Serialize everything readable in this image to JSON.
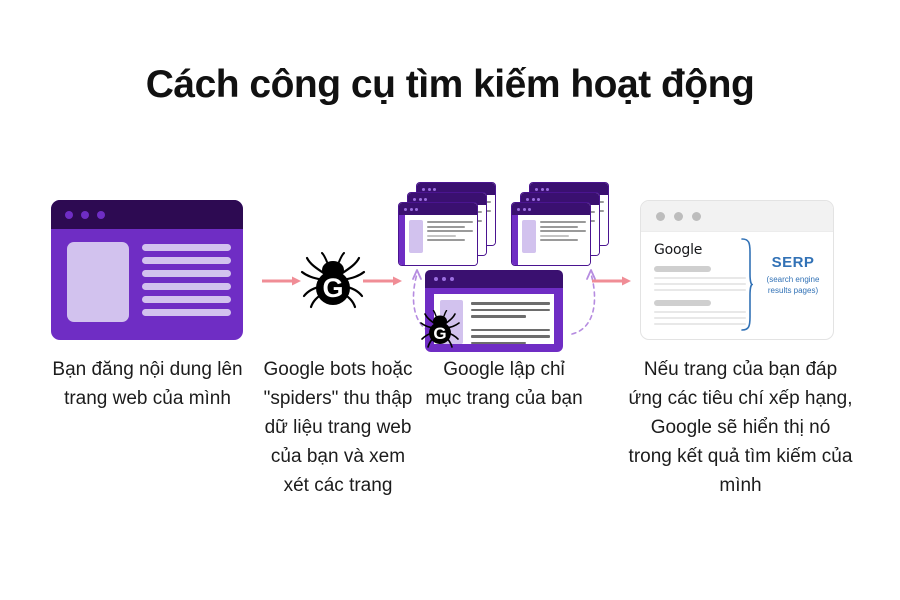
{
  "page": {
    "title": "Cách công cụ tìm kiếm hoạt động",
    "background": "#ffffff"
  },
  "colors": {
    "purple_dark": "#2d0a52",
    "purple_mid": "#6f2dc4",
    "purple_light": "#d2c2ee",
    "arrow_pink": "#f08d96",
    "dashed_purple": "#b68ce0",
    "serp_blue": "#3272b6",
    "grey_line": "#cfcfcf",
    "text": "#1c1c1c"
  },
  "steps": [
    {
      "id": "step-1",
      "icon": "browser-window-purple",
      "caption": "Bạn đăng nội dung lên trang web của mình",
      "window": {
        "dots": 3,
        "thumbnail": "image-placeholder",
        "text_lines": 6
      }
    },
    {
      "id": "step-2",
      "icon": "google-spider-bot",
      "caption": "Google bots hoặc \"spiders\" thu thập dữ liệu trang web của bạn và xem xét các trang",
      "spider": {
        "letter": "G",
        "legs": 8,
        "color": "#000000"
      }
    },
    {
      "id": "step-3",
      "icon": "indexed-pages-stacks",
      "caption": "Google lập chỉ mục trang của bạn",
      "stacks": [
        {
          "id": "stack-left",
          "windows": 3
        },
        {
          "id": "stack-right",
          "windows": 3
        }
      ],
      "center_window": {
        "dots": 3,
        "thumbnail": "image-placeholder",
        "text_lines": 6
      },
      "crawler": {
        "letter": "G"
      },
      "dashed_arrows": 2
    },
    {
      "id": "step-4",
      "icon": "serp-results-card",
      "caption": "Nếu trang của bạn đáp ứng các tiêu chí xếp hạng, Google sẽ hiển thị nó trong kết quả tìm kiếm của mình",
      "serp": {
        "logo_text": "Google",
        "acronym": "SERP",
        "expansion_line_1": "(search engine",
        "expansion_line_2": "results pages)",
        "results": 2,
        "dots": 3
      }
    }
  ],
  "connectors": [
    {
      "id": "arrow-1",
      "type": "straight",
      "from": "step-1",
      "to": "step-2"
    },
    {
      "id": "arrow-2",
      "type": "straight",
      "from": "step-2",
      "to": "step-3"
    },
    {
      "id": "arrow-3",
      "type": "straight",
      "from": "step-3",
      "to": "step-4"
    }
  ]
}
